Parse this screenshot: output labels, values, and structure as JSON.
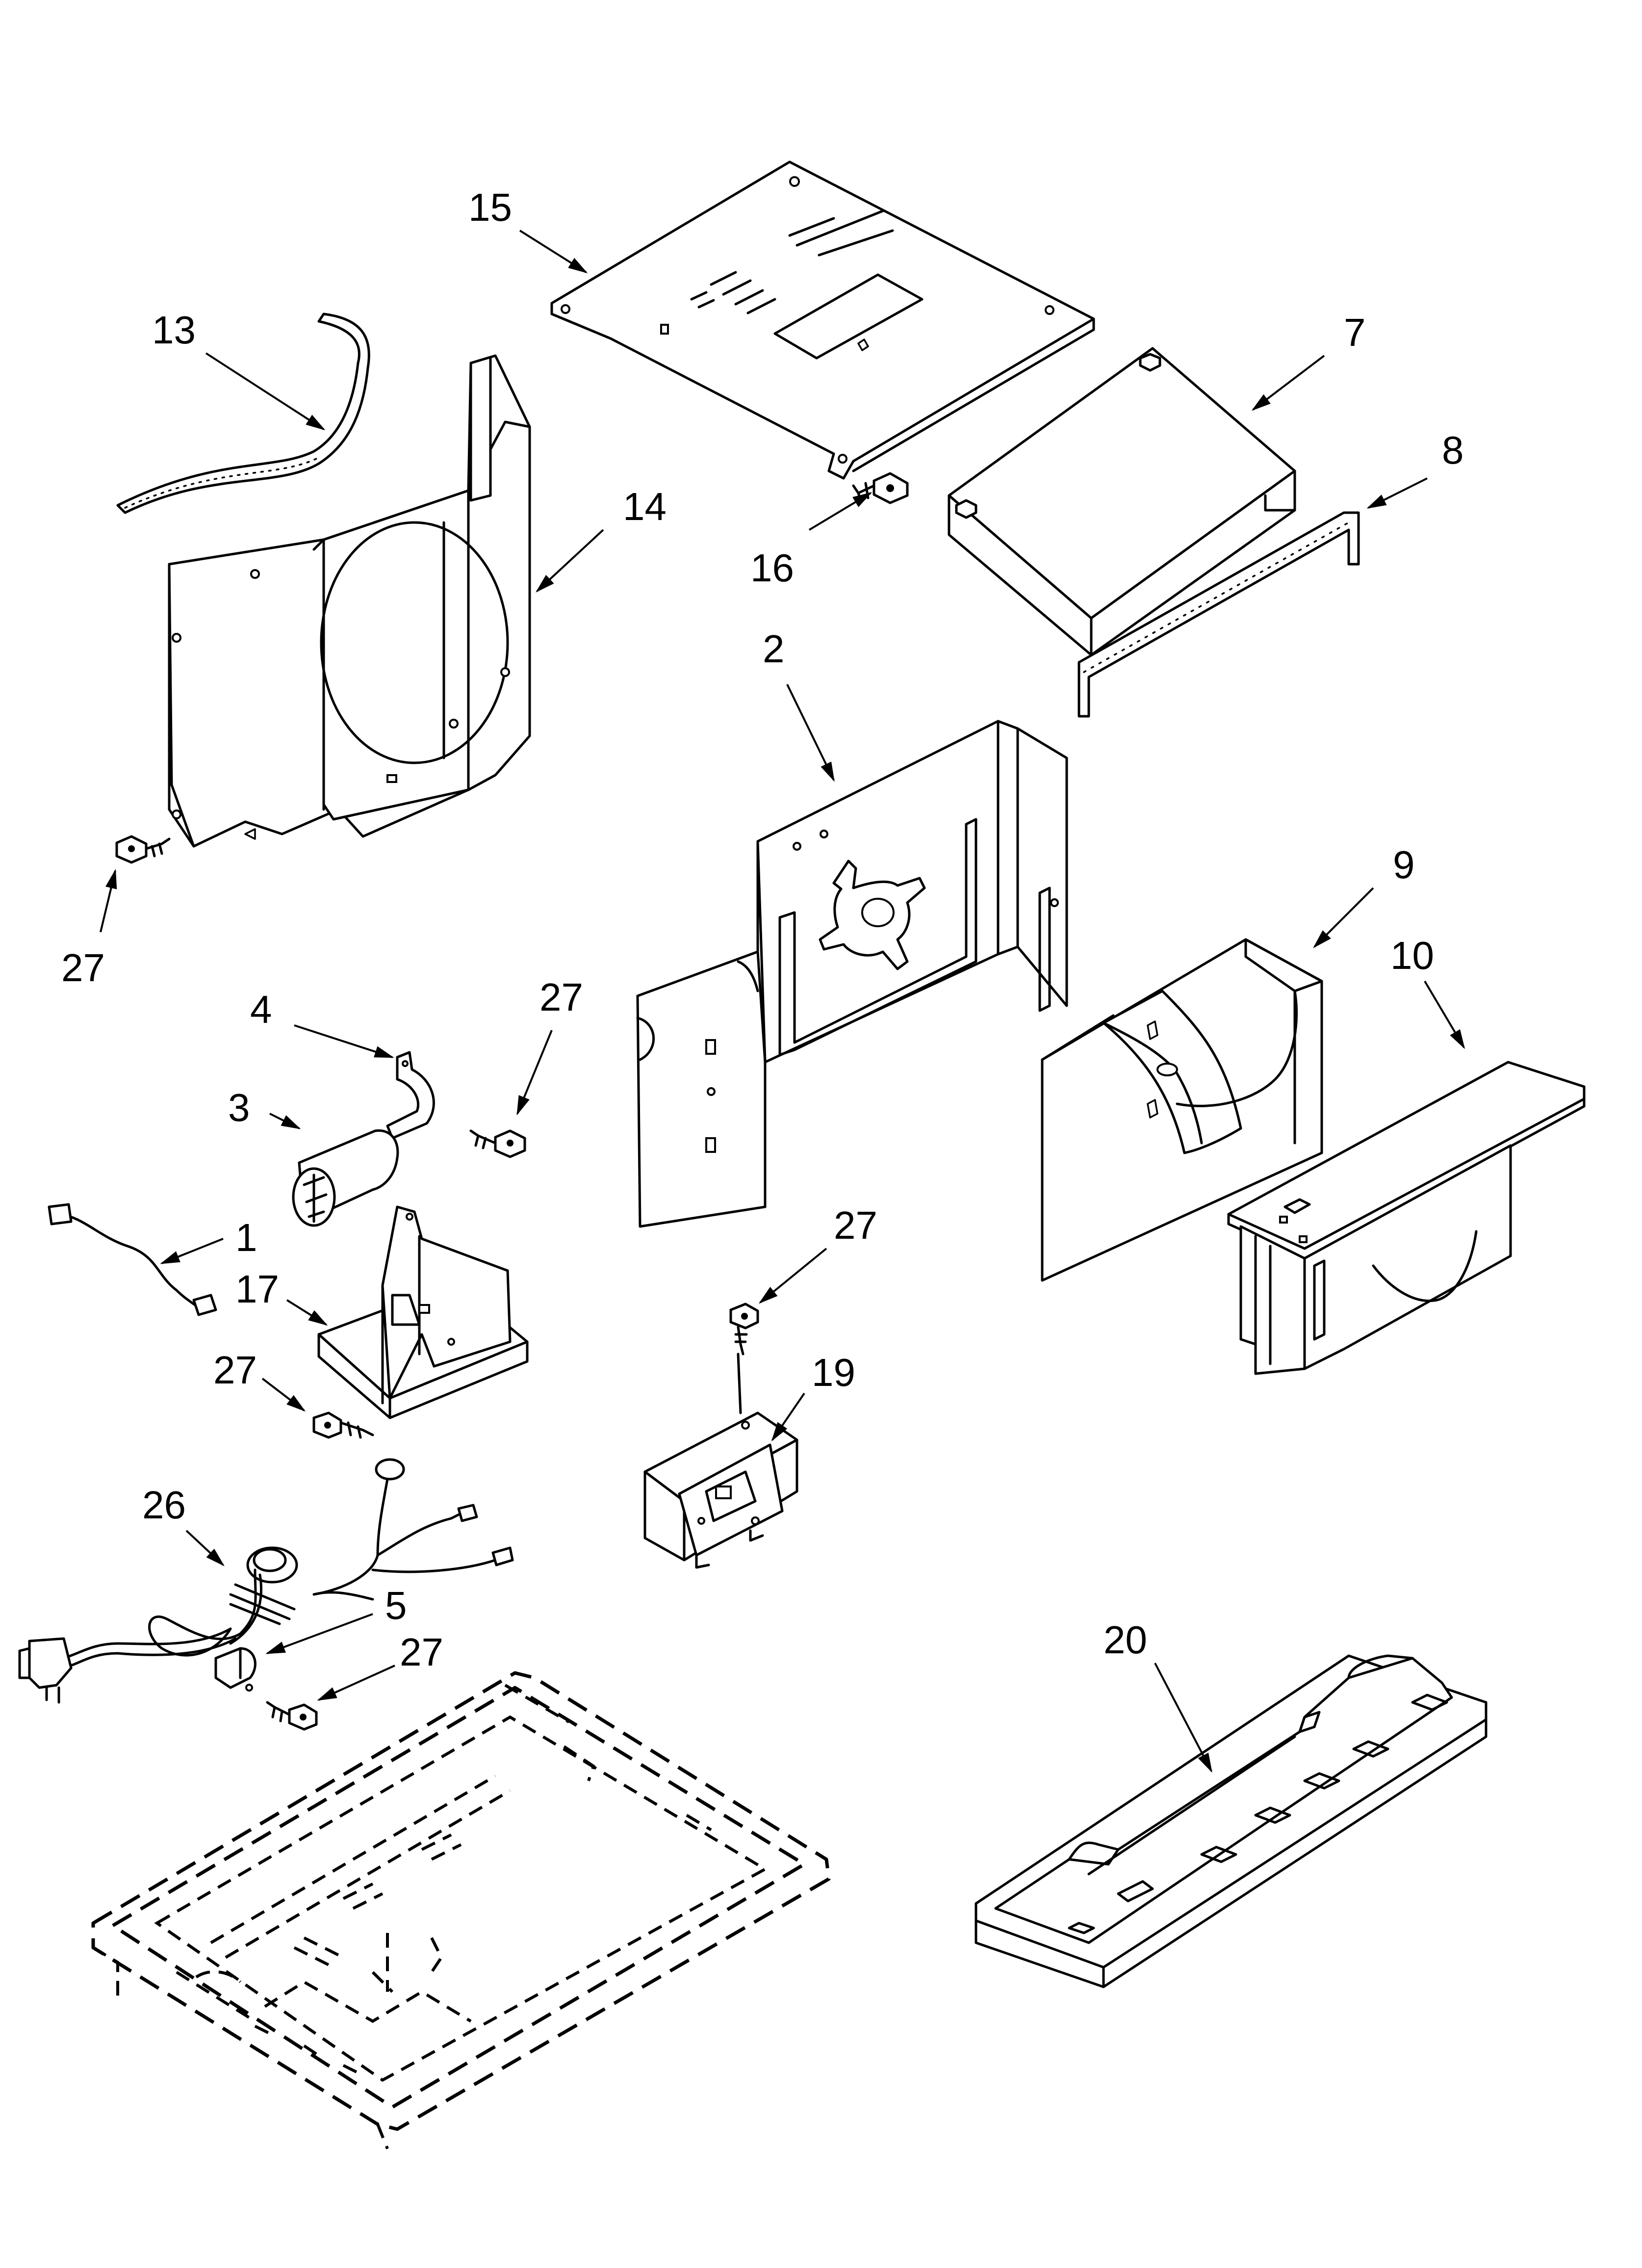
{
  "callouts": {
    "c1": "1",
    "c2": "2",
    "c3": "3",
    "c4": "4",
    "c5": "5",
    "c7": "7",
    "c8": "8",
    "c9": "9",
    "c10": "10",
    "c13": "13",
    "c14": "14",
    "c15": "15",
    "c16": "16",
    "c17": "17",
    "c19": "19",
    "c20": "20",
    "c26": "26",
    "c27a": "27",
    "c27b": "27",
    "c27c": "27",
    "c27d": "27",
    "c27e": "27"
  }
}
